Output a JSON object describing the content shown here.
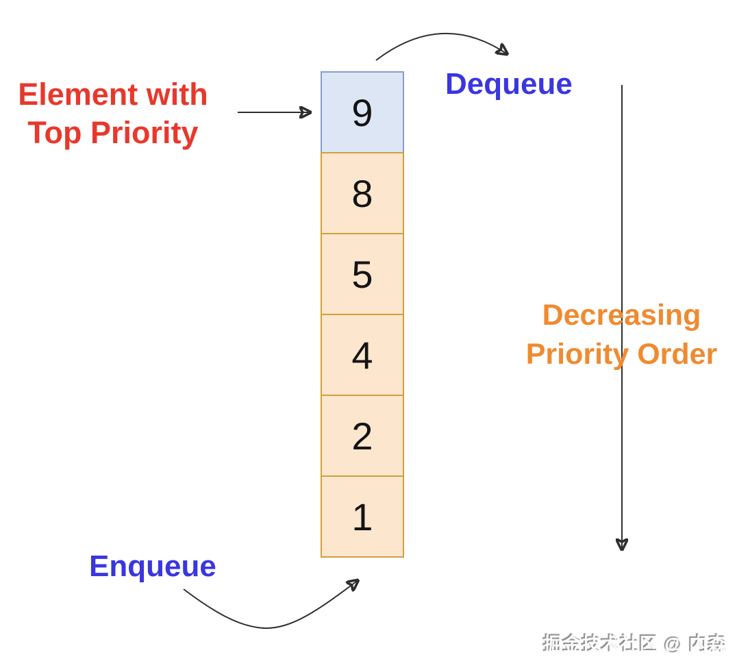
{
  "labels": {
    "top_priority": {
      "line1": "Element with",
      "line2": "Top Priority"
    },
    "dequeue": "Dequeue",
    "enqueue": "Enqueue",
    "priority_order": {
      "line1": "Decreasing",
      "line2": "Priority Order"
    }
  },
  "queue": {
    "cells": [
      {
        "value": "9",
        "highlight": true
      },
      {
        "value": "8",
        "highlight": false
      },
      {
        "value": "5",
        "highlight": false
      },
      {
        "value": "4",
        "highlight": false
      },
      {
        "value": "2",
        "highlight": false
      },
      {
        "value": "1",
        "highlight": false
      }
    ]
  },
  "watermark": "掘金技术社区 @ 内森",
  "colors": {
    "top_priority_text": "#e8382c",
    "queue_op_text": "#3a36e0",
    "priority_order_text": "#ee8b30",
    "top_cell_fill": "#dde6f5",
    "top_cell_border": "#8c9cc8",
    "cell_fill": "#fce6cd",
    "cell_border": "#d0a03c",
    "arrow": "#2e2e2e",
    "number_text": "#141414",
    "watermark_text": "#fbfbfb"
  }
}
